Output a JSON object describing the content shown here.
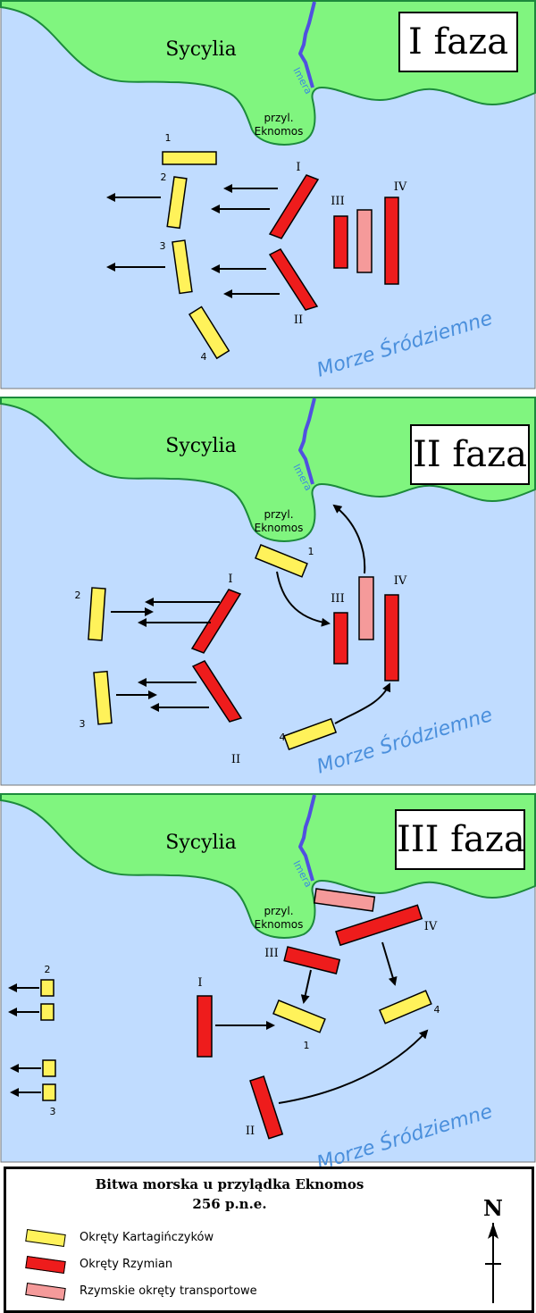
{
  "colors": {
    "sea": "#c0dcff",
    "land": "#80f57f",
    "coast": "#1c8a3c",
    "river": "#5050e0",
    "river_label": "#3a8ae0",
    "sea_label": "#4a8fdc",
    "carthaginian": "#fff25a",
    "roman": "#ee1c1c",
    "roman_transport": "#f59a9a"
  },
  "map_labels": {
    "island": "Sycylia",
    "river": "Imera",
    "cape_line1": "przyl.",
    "cape_line2": "Eknomos",
    "sea": "Morze Śródziemne"
  },
  "phases": [
    {
      "title": "I faza",
      "carthaginian_labels": [
        "1",
        "2",
        "3",
        "4"
      ],
      "roman_labels": [
        "I",
        "II",
        "III",
        "IV"
      ]
    },
    {
      "title": "II faza",
      "carthaginian_labels": [
        "1",
        "2",
        "3",
        "4"
      ],
      "roman_labels": [
        "I",
        "II",
        "III",
        "IV"
      ]
    },
    {
      "title": "III faza",
      "carthaginian_labels": [
        "1",
        "2",
        "3",
        "4"
      ],
      "roman_labels": [
        "I",
        "II",
        "III",
        "IV"
      ]
    }
  ],
  "legend": {
    "title_line1": "Bitwa morska u przylądka Eknomos",
    "title_line2": "256 p.n.e.",
    "items": [
      {
        "label": "Okręty Kartagińczyków",
        "color_key": "carthaginian"
      },
      {
        "label": "Okręty Rzymian",
        "color_key": "roman"
      },
      {
        "label": "Rzymskie okręty transportowe",
        "color_key": "roman_transport"
      }
    ],
    "compass_label": "N"
  }
}
